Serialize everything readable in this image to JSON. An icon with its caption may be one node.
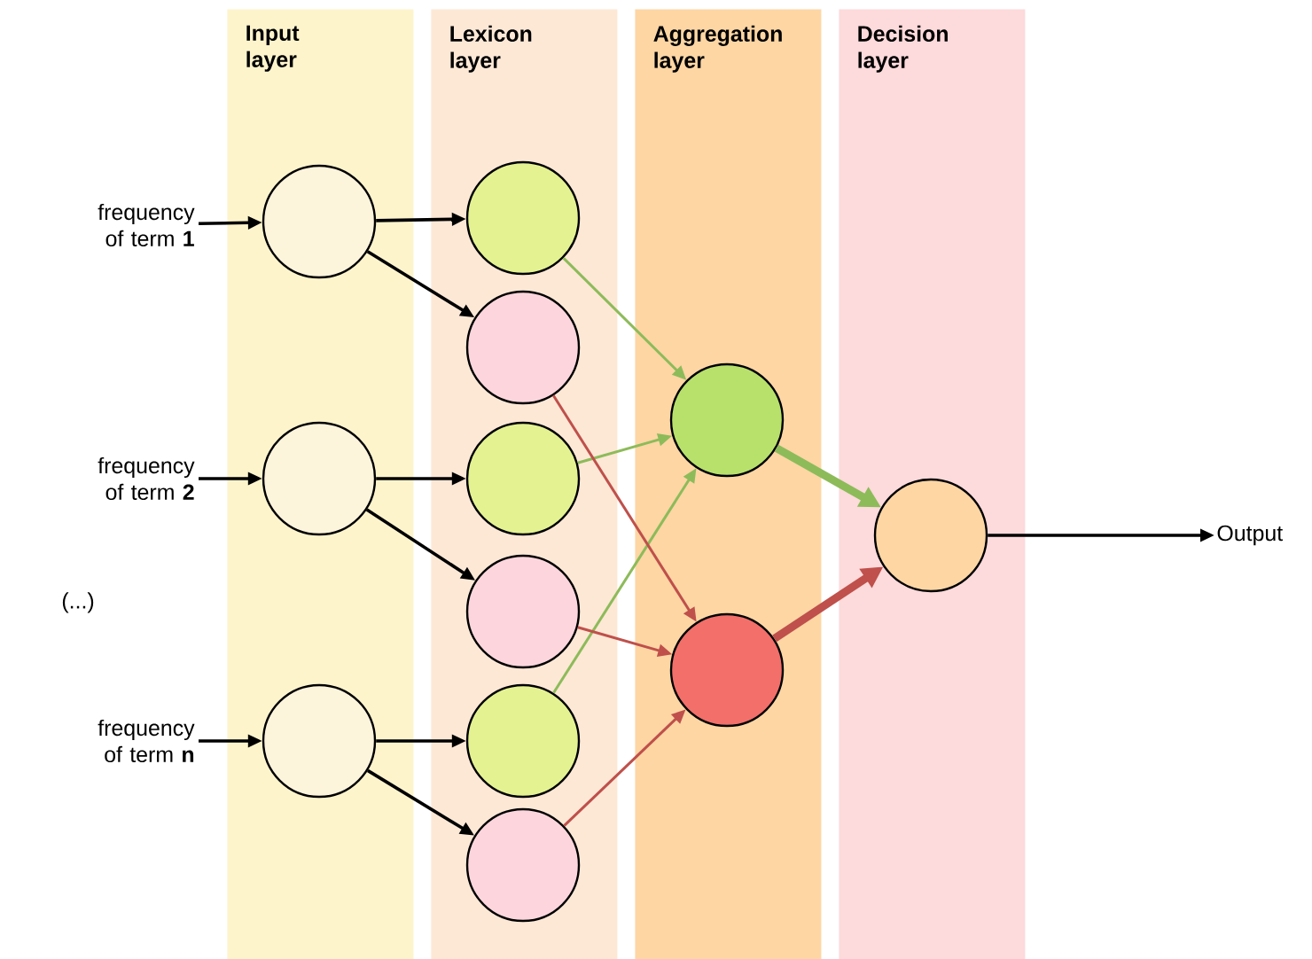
{
  "diagram": {
    "nodes": [
      {
        "text": [
          "Input layer"
        ]
      },
      {
        "text": [
          "Lexicon layer"
        ]
      },
      {
        "text": [
          "Aggregation layer"
        ]
      },
      {
        "text": [
          "Decision layer"
        ]
      },
      {
        "text": [
          "frequency of term **1**"
        ]
      },
      {
        "text": [
          "frequency of term **2**"
        ]
      },
      {
        "text": [
          "frequency of term **n**"
        ]
      },
      {
        "text": [],
        "shape": "circle",
        "in": 0
      },
      {
        "text": [],
        "shape": "circle",
        "in": 0
      },
      {
        "text": [],
        "shape": "circle",
        "in": 0
      },
      {
        "text": [],
        "shape": "circle",
        "in": 1
      },
      {
        "text": [],
        "shape": "circle",
        "in": 1
      },
      {
        "text": [],
        "shape": "circle",
        "in": 1
      },
      {
        "text": [],
        "shape": "circle",
        "in": 1
      },
      {
        "text": [],
        "shape": "circle",
        "in": 1
      },
      {
        "text": [],
        "shape": "circle",
        "in": 1
      },
      {
        "text": [],
        "shape": "circle",
        "in": 2
      },
      {
        "text": [],
        "shape": "circle",
        "in": 2
      },
      {
        "text": [],
        "shape": "circle",
        "in": 3
      },
      {
        "text": [
          "Output"
        ]
      }
    ],
    "edges": [
      {
        "from": 4,
        "to": 7,
        "arrow": "to"
      },
      {
        "from": 5,
        "to": 8,
        "arrow": "to"
      },
      {
        "from": 6,
        "to": 9,
        "arrow": "to"
      },
      {
        "from": 7,
        "to": 10,
        "arrow": "to"
      },
      {
        "from": 7,
        "to": 11,
        "arrow": "to"
      },
      {
        "from": 8,
        "to": 12,
        "arrow": "to"
      },
      {
        "from": 8,
        "to": 13,
        "arrow": "to"
      },
      {
        "from": 9,
        "to": 14,
        "arrow": "to"
      },
      {
        "from": 9,
        "to": 15,
        "arrow": "to"
      },
      {
        "from": 10,
        "to": 16,
        "arrow": "to",
        "color": "#8dbb5a"
      },
      {
        "from": 12,
        "to": 16,
        "arrow": "to",
        "color": "#8dbb5a"
      },
      {
        "from": 14,
        "to": 16,
        "arrow": "to",
        "color": "#8dbb5a"
      },
      {
        "from": 11,
        "to": 17,
        "arrow": "to",
        "color": "#bf504b"
      },
      {
        "from": 13,
        "to": 17,
        "arrow": "to",
        "color": "#bf504b"
      },
      {
        "from": 15,
        "to": 17,
        "arrow": "to",
        "color": "#bf504b"
      },
      {
        "from": 16,
        "to": 18,
        "arrow": "to",
        "style": "thick",
        "color": "#8dbb5a"
      },
      {
        "from": 17,
        "to": 18,
        "arrow": "to",
        "style": "thick",
        "color": "#bf504b"
      },
      {
        "from": 18,
        "to": 19,
        "arrow": "to"
      }
    ],
    "labels": [
      "(...)"
    ]
  }
}
